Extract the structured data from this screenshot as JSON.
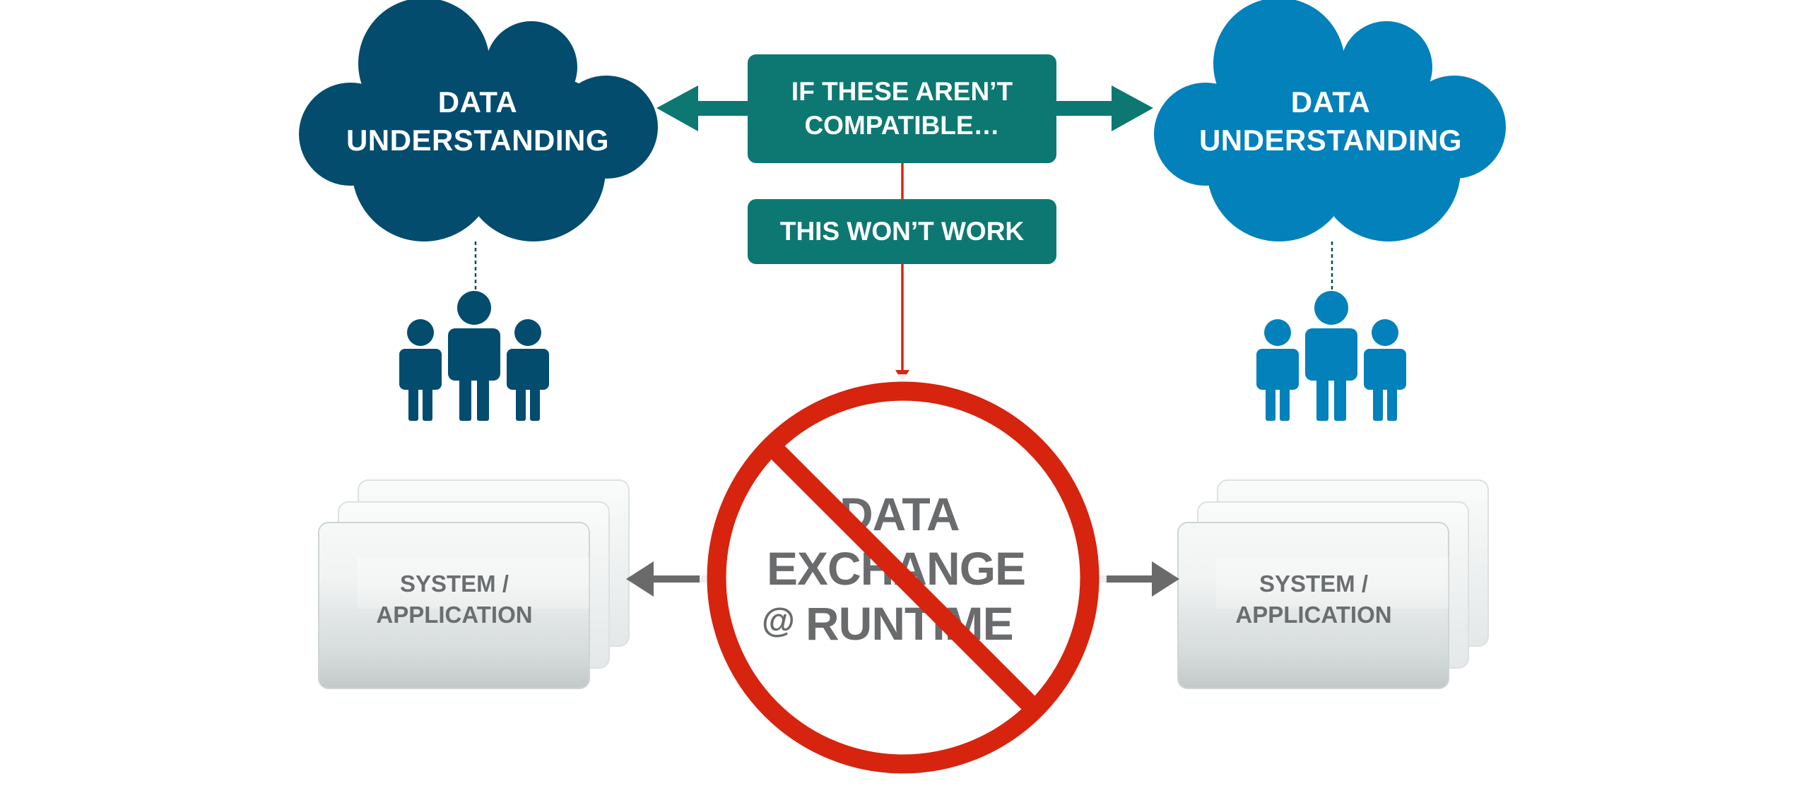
{
  "clouds": {
    "left": {
      "line1": "DATA",
      "line2": "UNDERSTANDING",
      "color": "#034c6e"
    },
    "right": {
      "line1": "DATA",
      "line2": "UNDERSTANDING",
      "color": "#0281bb"
    }
  },
  "condition_box": {
    "line1": "IF THESE AREN’T",
    "line2": "COMPATIBLE…",
    "color": "#0d7872"
  },
  "result_box": {
    "label": "THIS WON’T WORK",
    "color": "#0d7872"
  },
  "systems": {
    "left": {
      "line1": "SYSTEM /",
      "line2": "APPLICATION"
    },
    "right": {
      "line1": "SYSTEM /",
      "line2": "APPLICATION"
    }
  },
  "exchange": {
    "line1": "DATA",
    "line2": "EXCHANGE",
    "at": "@",
    "line3": "RUNTIME"
  },
  "icons": [
    "cloud-icon",
    "people-group-icon",
    "prohibition-icon",
    "stacked-windows-icon"
  ],
  "colors": {
    "prohibition": "#d6240f",
    "gray_arrow": "#6a6a6a",
    "connector": "#d12a12"
  }
}
